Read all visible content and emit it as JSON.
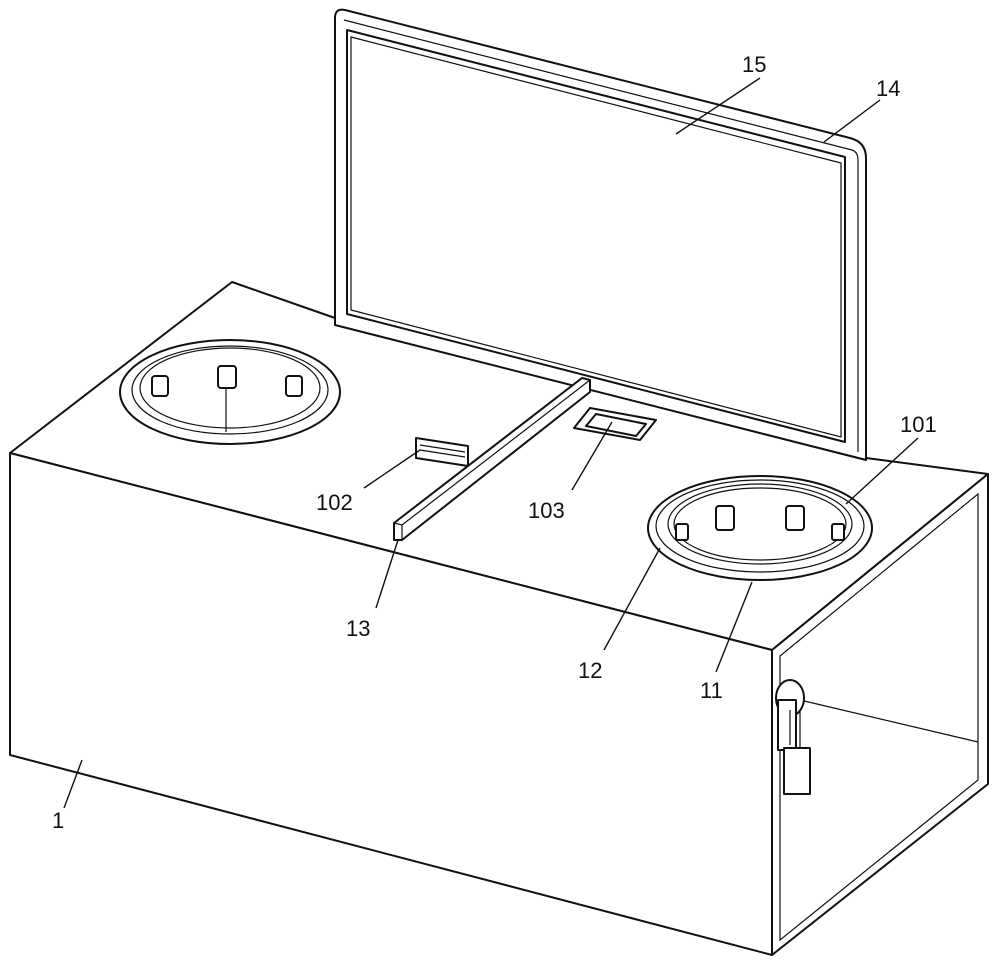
{
  "labels": {
    "l15": "15",
    "l14": "14",
    "l101": "101",
    "l102": "102",
    "l103": "103",
    "l13": "13",
    "l12": "12",
    "l11": "11",
    "l1": "1"
  }
}
